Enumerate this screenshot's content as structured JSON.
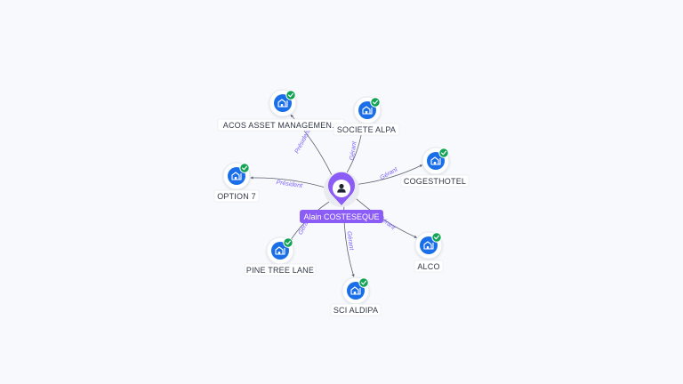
{
  "center": {
    "name": "Alain COSTESEQUE",
    "icon": "person-icon",
    "color": "#8b5cf6"
  },
  "companies": [
    {
      "id": "acos",
      "name": "ACOS ASSET MANAGEMEN...",
      "role": "Président",
      "verified": true
    },
    {
      "id": "alpa",
      "name": "SOCIETE ALPA",
      "role": "Gérant",
      "verified": true
    },
    {
      "id": "coges",
      "name": "COGESTHOTEL",
      "role": "Gérant",
      "verified": true
    },
    {
      "id": "opt7",
      "name": "OPTION 7",
      "role": "Président",
      "verified": true
    },
    {
      "id": "alco",
      "name": "ALCO",
      "role": "Gérant",
      "verified": true
    },
    {
      "id": "pine",
      "name": "PINE TREE LANE",
      "role": "Gérant",
      "verified": true
    },
    {
      "id": "aldipa",
      "name": "SCI ALDIPA",
      "role": "Gérant",
      "verified": true
    }
  ],
  "colors": {
    "company_icon": "#1a6fe8",
    "verified_badge": "#12a454",
    "edge": "#5a6170",
    "edge_label": "#7b61ff"
  }
}
